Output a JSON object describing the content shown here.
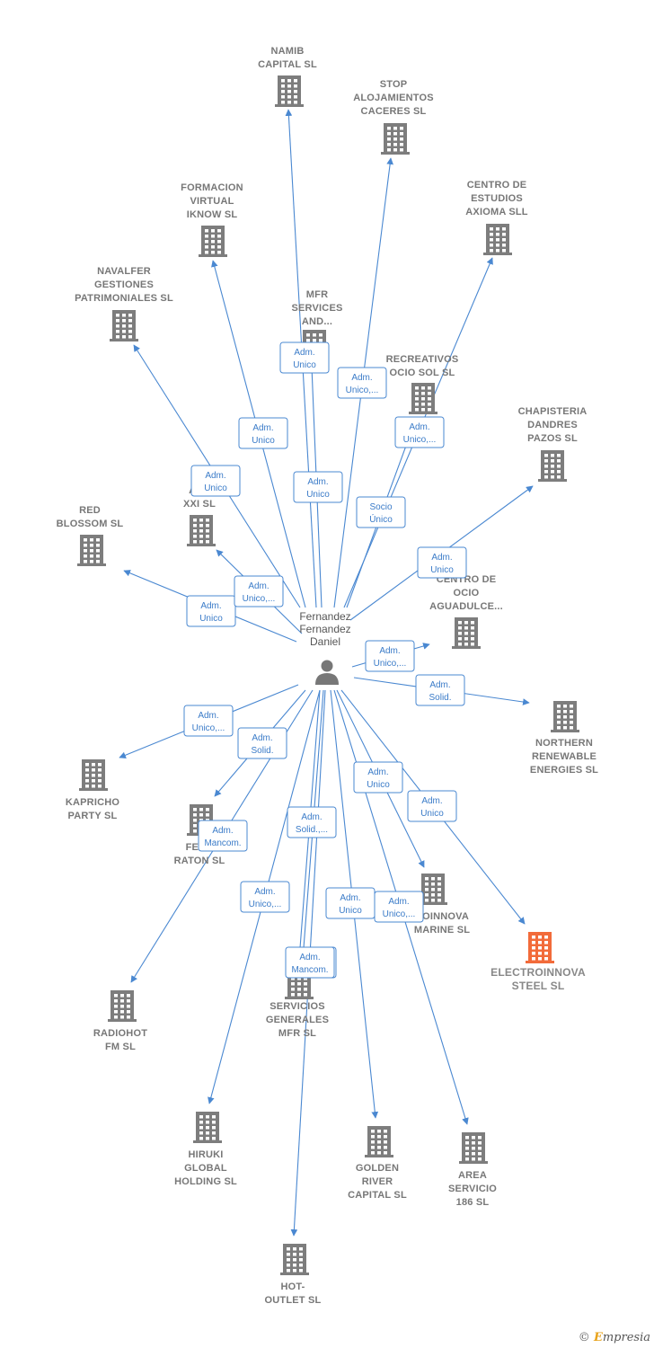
{
  "colors": {
    "edge": "#4a88d1",
    "building": "#7d7d7d",
    "highlight": "#f26b3a",
    "person": "#777777"
  },
  "center": {
    "name": [
      "Fernandez",
      "Fernandez",
      "Daniel"
    ],
    "icon": "person-icon"
  },
  "nodes": [
    {
      "id": "namib",
      "name": [
        "NAMIB",
        "CAPITAL SL"
      ],
      "icon": "building-icon"
    },
    {
      "id": "stop",
      "name": [
        "STOP",
        "ALOJAMIENTOS",
        "CACERES SL"
      ],
      "icon": "building-icon"
    },
    {
      "id": "axioma",
      "name": [
        "CENTRO DE",
        "ESTUDIOS",
        "AXIOMA SLL"
      ],
      "icon": "building-icon"
    },
    {
      "id": "formacion",
      "name": [
        "FORMACION",
        "VIRTUAL",
        "IKNOW SL"
      ],
      "icon": "building-icon"
    },
    {
      "id": "navalfer",
      "name": [
        "NAVALFER",
        "GESTIONES",
        "PATRIMONIALES SL"
      ],
      "icon": "building-icon"
    },
    {
      "id": "mfr",
      "name": [
        "MFR",
        "SERVICES",
        "AND..."
      ],
      "icon": "building-icon"
    },
    {
      "id": "recreativos",
      "name": [
        "RECREATIVOS",
        "OCIO SOL SL"
      ],
      "icon": "building-icon"
    },
    {
      "id": "chapisteria",
      "name": [
        "CHAPISTERIA",
        "DANDRES",
        "PAZOS SL"
      ],
      "icon": "building-icon"
    },
    {
      "id": "red",
      "name": [
        "RED",
        "BLOSSOM SL"
      ],
      "icon": "building-icon"
    },
    {
      "id": "ars",
      "name": [
        "ARS",
        "XXI SL"
      ],
      "icon": "building-icon"
    },
    {
      "id": "aguadulce",
      "name": [
        "CENTRO DE",
        "OCIO",
        "AGUADULCE..."
      ],
      "icon": "building-icon"
    },
    {
      "id": "northern",
      "name": [
        "NORTHERN",
        "RENEWABLE",
        "ENERGIES SL"
      ],
      "icon": "building-icon"
    },
    {
      "id": "kapricho",
      "name": [
        "KAPRICHO",
        "PARTY SL"
      ],
      "icon": "building-icon"
    },
    {
      "id": "fernraton",
      "name": [
        "FERN",
        "RATON SL"
      ],
      "icon": "building-icon"
    },
    {
      "id": "marine",
      "name": [
        "ROINNOVA",
        "MARINE SL"
      ],
      "icon": "building-icon"
    },
    {
      "id": "steel",
      "name": [
        "ELECTROINNOVA",
        "STEEL SL"
      ],
      "icon": "building-icon",
      "highlight": true
    },
    {
      "id": "radiohot",
      "name": [
        "RADIOHOT",
        "FM SL"
      ],
      "icon": "building-icon"
    },
    {
      "id": "servicios",
      "name": [
        "SERVICIOS",
        "GENERALES",
        "MFR SL"
      ],
      "icon": "building-icon"
    },
    {
      "id": "hiruki",
      "name": [
        "HIRUKI",
        "GLOBAL",
        "HOLDING SL"
      ],
      "icon": "building-icon"
    },
    {
      "id": "golden",
      "name": [
        "GOLDEN",
        "RIVER",
        "CAPITAL SL"
      ],
      "icon": "building-icon"
    },
    {
      "id": "area",
      "name": [
        "AREA",
        "SERVICIO",
        "186 SL"
      ],
      "icon": "building-icon"
    },
    {
      "id": "hotoutlet",
      "name": [
        "HOT-",
        "OUTLET SL"
      ],
      "icon": "building-icon"
    }
  ],
  "edges": [
    {
      "to": "namib",
      "label": [
        "Adm.",
        "Unico"
      ]
    },
    {
      "to": "stop",
      "label": [
        "Adm.",
        "Unico,..."
      ]
    },
    {
      "to": "axioma",
      "label": [
        "Socio",
        "Único"
      ]
    },
    {
      "to": "formacion",
      "label": [
        "Adm.",
        "Unico"
      ]
    },
    {
      "to": "navalfer",
      "label": [
        "Adm.",
        "Unico"
      ]
    },
    {
      "to": "mfr",
      "label": [
        "Adm.",
        "Unico"
      ]
    },
    {
      "to": "recreativos",
      "label": [
        "Adm.",
        "Unico,..."
      ]
    },
    {
      "to": "chapisteria",
      "label": [
        "Adm.",
        "Unico"
      ]
    },
    {
      "to": "red",
      "label": [
        "Adm.",
        "Unico"
      ]
    },
    {
      "to": "ars",
      "label": [
        "Adm.",
        "Unico,..."
      ]
    },
    {
      "to": "aguadulce",
      "label": [
        "Adm.",
        "Unico,..."
      ]
    },
    {
      "to": "northern",
      "label": [
        "Adm.",
        "Solid."
      ]
    },
    {
      "to": "kapricho",
      "label": [
        "Adm.",
        "Unico,..."
      ]
    },
    {
      "to": "fernraton",
      "label": [
        "Adm.",
        "Solid."
      ]
    },
    {
      "to": "marine",
      "label": [
        "Adm.",
        "Unico"
      ]
    },
    {
      "to": "steel",
      "label": [
        "Adm.",
        "Unico"
      ]
    },
    {
      "to": "radiohot",
      "label": [
        "Adm.",
        "Mancom."
      ]
    },
    {
      "to": "servicios",
      "label": [
        "Adm.",
        "Solid.,..."
      ]
    },
    {
      "to": "servicios",
      "label": [
        "Adm.",
        "Mancom."
      ]
    },
    {
      "to": "hiruki",
      "label": [
        "Adm.",
        "Unico,..."
      ]
    },
    {
      "to": "golden",
      "label": [
        "Adm.",
        "Unico"
      ]
    },
    {
      "to": "area",
      "label": [
        "Adm.",
        "Unico,..."
      ]
    },
    {
      "to": "hotoutlet",
      "label": [
        "Adm.",
        "Mancom."
      ]
    }
  ],
  "watermark": {
    "copyright": "©",
    "brand_first": "E",
    "brand_rest": "mpresia"
  }
}
